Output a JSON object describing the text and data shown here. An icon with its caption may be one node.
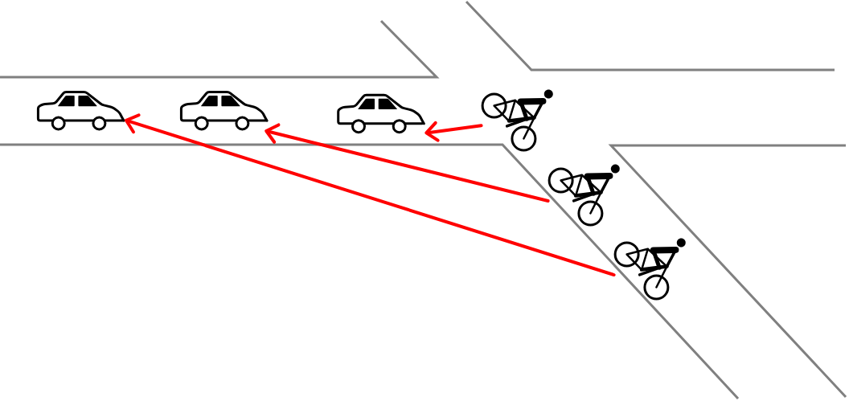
{
  "diagram": {
    "nodes": [
      {
        "text": [],
        "shape": "car"
      },
      {
        "text": [],
        "shape": "car"
      },
      {
        "text": [],
        "shape": "car"
      },
      {
        "text": [],
        "shape": "cyclist"
      },
      {
        "text": [],
        "shape": "cyclist"
      },
      {
        "text": [],
        "shape": "cyclist"
      }
    ],
    "edges": [
      {
        "from": 3,
        "to": 2,
        "arrow": "to"
      },
      {
        "from": 4,
        "to": 1,
        "arrow": "to"
      },
      {
        "from": 5,
        "to": 0,
        "arrow": "to"
      }
    ]
  }
}
